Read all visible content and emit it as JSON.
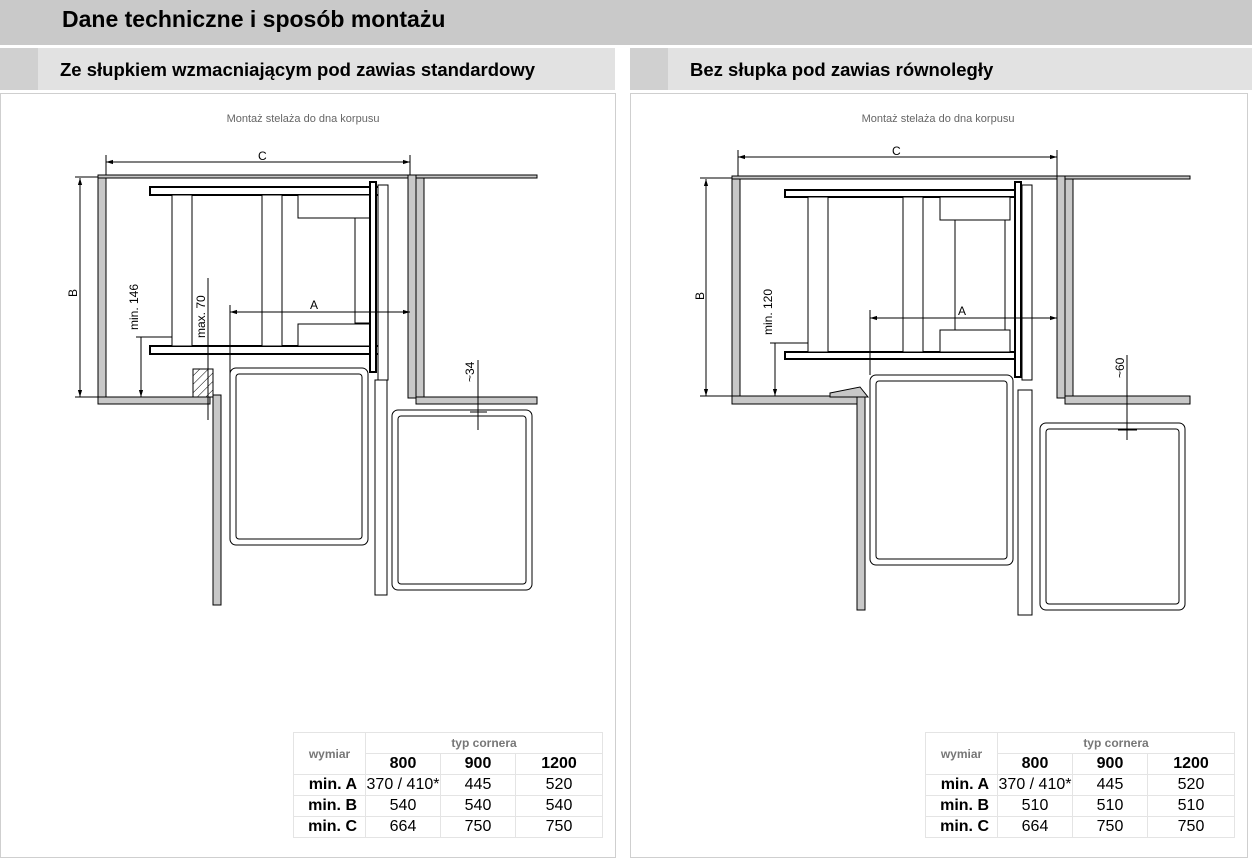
{
  "title": "Dane techniczne i sposób montażu",
  "left": {
    "heading": "Ze słupkiem wzmacniającym pod zawias standardowy",
    "caption": "Montaż stelaża do dna korpusu",
    "dims": {
      "c": "C",
      "b": "B",
      "a": "A",
      "min": "min. 146",
      "max": "max. 70",
      "offset": "~34"
    },
    "table": {
      "col_label": "wymiar",
      "group_label": "typ cornera",
      "cols": [
        "800",
        "900",
        "1200"
      ],
      "rows": [
        {
          "label": "min. A",
          "values": [
            "370 / 410*",
            "445",
            "520"
          ]
        },
        {
          "label": "min. B",
          "values": [
            "540",
            "540",
            "540"
          ]
        },
        {
          "label": "min. C",
          "values": [
            "664",
            "750",
            "750"
          ]
        }
      ]
    }
  },
  "right": {
    "heading": "Bez słupka pod zawias równoległy",
    "caption": "Montaż stelaża do dna korpusu",
    "dims": {
      "c": "C",
      "b": "B",
      "a": "A",
      "min": "min. 120",
      "offset": "~60"
    },
    "table": {
      "col_label": "wymiar",
      "group_label": "typ cornera",
      "cols": [
        "800",
        "900",
        "1200"
      ],
      "rows": [
        {
          "label": "min. A",
          "values": [
            "370 / 410*",
            "445",
            "520"
          ]
        },
        {
          "label": "min. B",
          "values": [
            "510",
            "510",
            "510"
          ]
        },
        {
          "label": "min. C",
          "values": [
            "664",
            "750",
            "750"
          ]
        }
      ]
    }
  }
}
